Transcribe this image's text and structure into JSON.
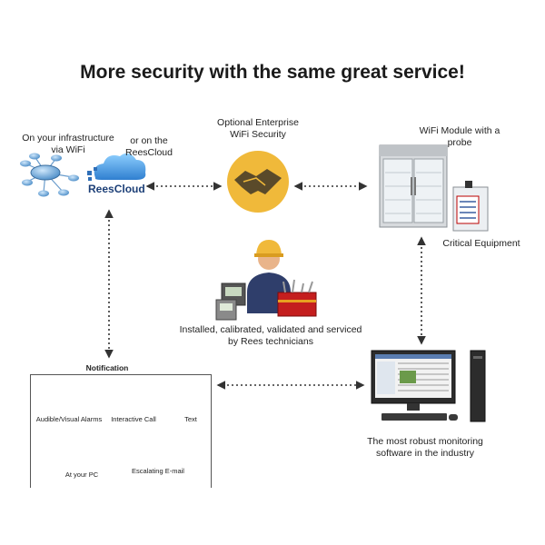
{
  "title": "More security with the same great service!",
  "infrastructure": {
    "label_line1": "On your infrastructure",
    "label_line2": "via WiFi",
    "or_line1": "or on the",
    "or_line2": "ReesCloud",
    "cloud_brand": "ReesCloud"
  },
  "security": {
    "label_line1": "Optional Enterprise",
    "label_line2": "WiFi Security"
  },
  "wifi_module": {
    "label_line1": "WiFi Module with a",
    "label_line2": "probe",
    "critical_label": "Critical Equipment"
  },
  "technician": {
    "label_line1": "Installed, calibrated, validated and serviced",
    "label_line2": "by Rees technicians"
  },
  "software": {
    "label_line1": "The most robust monitoring",
    "label_line2": "software in the industry"
  },
  "notification": {
    "title": "Notification",
    "items": [
      {
        "label": "Audible/Visual Alarms",
        "icon": "speaker-icon"
      },
      {
        "label": "Interactive Call",
        "icon": "phone-icon"
      },
      {
        "label": "Text",
        "icon": "mobile-icon"
      },
      {
        "label": "At your PC",
        "icon": "monitor-icon"
      },
      {
        "label": "Escalating E-mail",
        "icon": "email-icon"
      }
    ]
  },
  "colors": {
    "accent_gold": "#f0b93a",
    "cloud_blue": "#3f8fd8",
    "alarm_red": "#d82020",
    "call_green": "#5cb531"
  }
}
